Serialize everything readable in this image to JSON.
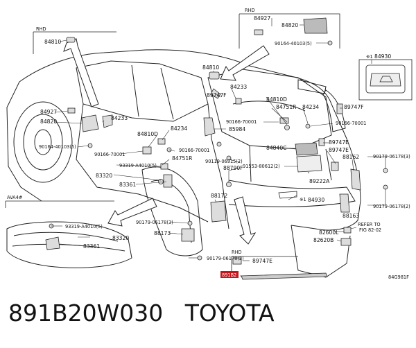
{
  "diagram": {
    "region_labels": {
      "rhd_top_left": "RHD",
      "rhd_top_right": "RHD",
      "rhd_bottom": "RHD",
      "ava4": "AVA4#"
    },
    "parts": {
      "p84810_a": "84810",
      "p84927_top": "84927",
      "p84820_top": "84820",
      "p90164_top": "90164-40103(5)",
      "p84930_inset": "84930",
      "p84810_b": "84810",
      "p84233_mid": "84233",
      "p89747f_a": "89747F",
      "p84810d_r": "84810D",
      "p84751r_r": "84751R",
      "p84234_r": "84234",
      "p89747f_r": "89747F",
      "p90166_c": "90166-70001",
      "p85984": "85984",
      "p90166_r": "90166-70001",
      "p84927_l": "84927",
      "p84820_l": "84820",
      "p90164_l": "90164-40103(5)",
      "p84233_l": "84233",
      "p90166_l": "90166-70001",
      "p84810d_l": "84810D",
      "p84234_l": "84234",
      "p90166_l2": "90166-70001",
      "p84751r_l": "84751R",
      "p84840c": "84840C",
      "p89747e_a": "89747E",
      "p89747e_b": "89747E",
      "p90119": "90119-06915(2)",
      "p88790f": "88790F",
      "p91553": "91553-80612(2)",
      "p89222a": "89222A",
      "p88162": "88162",
      "p90179_r1": "90179-06178(3)",
      "p93319_mid": "93319-A4010(5)",
      "p83320_mid": "83320",
      "p83361_mid": "83361",
      "p84930_mid": "84930",
      "p88172": "88172",
      "p90179_r2": "90179-06178(2)",
      "p90179_mid": "90179-06178(3)",
      "p88163": "88163",
      "p82600l": "82600L",
      "p82620b": "82620B",
      "p88173": "88173",
      "p93319_l": "93319-A4010(5)",
      "p83320_l": "83320",
      "p83361_l": "83361",
      "p90179_bot": "90179-06178(2)",
      "p89747e_bot": "89747E",
      "p891b2": "891B2",
      "refer_to": "REFER TO",
      "fig": "FIG 82-02",
      "inset_marker": "※1",
      "mid_marker": "※1",
      "diagram_code": "84G981F"
    }
  },
  "footer": {
    "part_number": "891B20W030",
    "brand": "TOYOTA"
  }
}
